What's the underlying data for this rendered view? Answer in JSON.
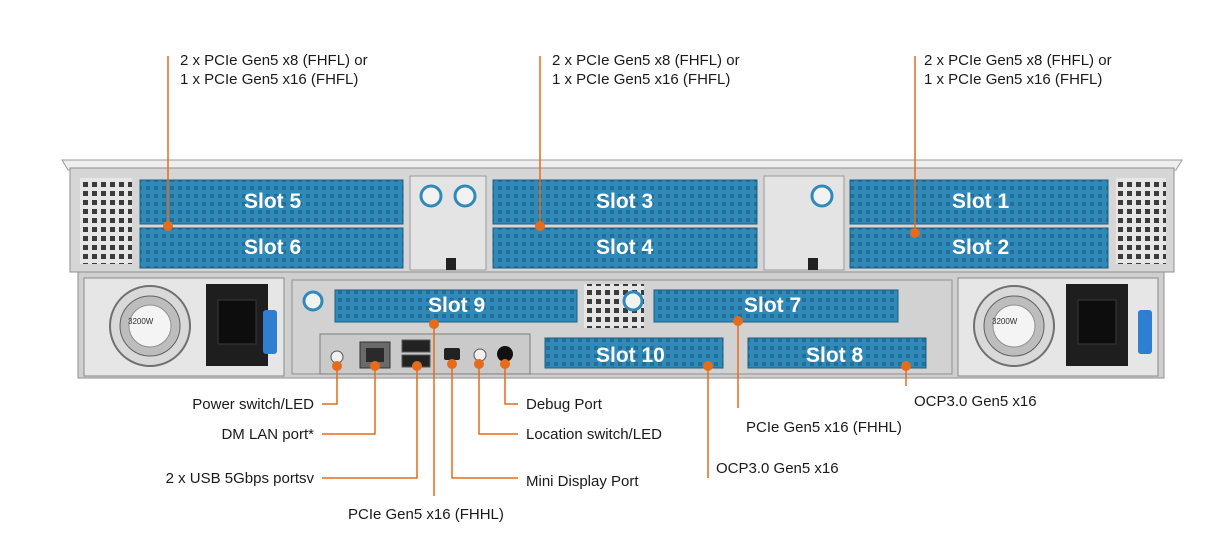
{
  "callouts": {
    "top_left": [
      "2 x PCIe Gen5 x8 (FHFL) or",
      "1 x PCIe Gen5 x16 (FHFL)"
    ],
    "top_mid": [
      "2 x PCIe Gen5 x8 (FHFL) or",
      "1 x PCIe Gen5 x16 (FHFL)"
    ],
    "top_right": [
      "2 x PCIe Gen5 x8 (FHFL) or",
      "1 x PCIe Gen5 x16 (FHFL)"
    ],
    "power_switch": "Power switch/LED",
    "dm_lan": "DM LAN port*",
    "usb": "2 x USB 5Gbps portsv",
    "pcie_fhhl_bottom": "PCIe Gen5 x16 (FHHL)",
    "debug_port": "Debug Port",
    "location_switch": "Location switch/LED",
    "mini_dp": "Mini Display Port",
    "ocp_10": "OCP3.0 Gen5 x16",
    "pcie_fhhl_7": "PCIe Gen5 x16 (FHHL)",
    "ocp_8": "OCP3.0 Gen5 x16"
  },
  "slots": {
    "s1": "Slot 1",
    "s2": "Slot 2",
    "s3": "Slot 3",
    "s4": "Slot 4",
    "s5": "Slot 5",
    "s6": "Slot 6",
    "s7": "Slot 7",
    "s8": "Slot 8",
    "s9": "Slot 9",
    "s10": "Slot 10"
  },
  "psu": {
    "rating": "3200W"
  },
  "colors": {
    "accent": "#e46c1a",
    "slot_blue": "#2f8ab9",
    "chassis": "#d8d8d8"
  }
}
